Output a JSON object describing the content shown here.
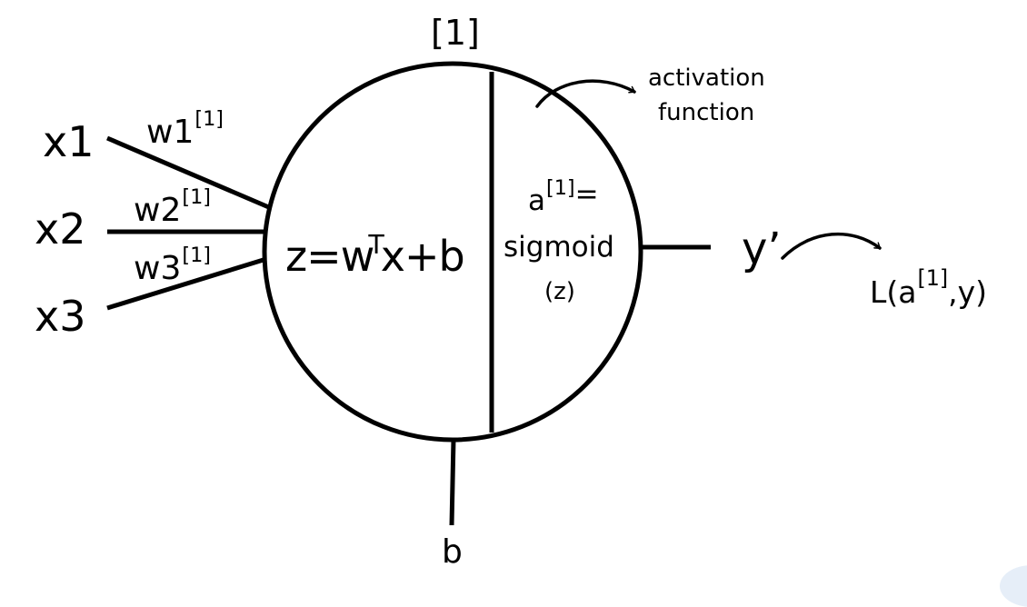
{
  "neuron": {
    "layer_label": "[1]",
    "linear_eq": {
      "pre": "z=w",
      "sup": "T",
      "post": "x+b"
    },
    "activation_eq": {
      "a": "a",
      "a_sup": "[1]",
      "equals": "=",
      "line2": "sigmoid",
      "line3": "(z)"
    },
    "annotation": {
      "line1": "activation",
      "line2": "function"
    }
  },
  "inputs": [
    {
      "label": "x1",
      "weight": "w1",
      "weight_sup": "[1]"
    },
    {
      "label": "x2",
      "weight": "w2",
      "weight_sup": "[1]"
    },
    {
      "label": "x3",
      "weight": "w3",
      "weight_sup": "[1]"
    }
  ],
  "bias": "b",
  "output": "y’",
  "loss": {
    "pre": "L(a",
    "sup": "[1]",
    "post": ",y)"
  }
}
